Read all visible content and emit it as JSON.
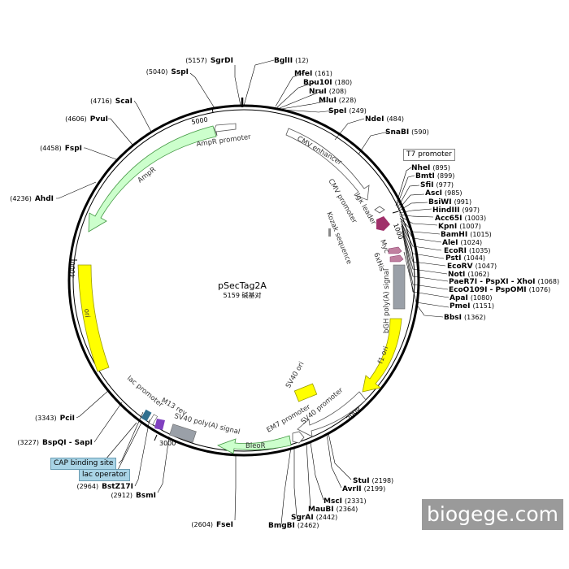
{
  "plasmid": {
    "name": "pSecTag2A",
    "subtitle": "5159 碱基对"
  },
  "ruler": [
    "1000",
    "2000",
    "3000",
    "4000",
    "5000"
  ],
  "features": [
    {
      "key": "cmv_enhancer",
      "label": "CMV enhancer",
      "color": "#ffffff"
    },
    {
      "key": "cmv_promoter",
      "label": "CMV promoter",
      "color": "#ffffff"
    },
    {
      "key": "kozak",
      "label": "Kozak sequence",
      "color": "#888888"
    },
    {
      "key": "igk_leader",
      "label": "Igκ leader",
      "color": "#ffffff"
    },
    {
      "key": "myc",
      "label": "Myc",
      "color": "#c080a0"
    },
    {
      "key": "sixhis",
      "label": "6xHis",
      "color": "#c080a0"
    },
    {
      "key": "bgh",
      "label": "bGH poly(A) signal",
      "color": "#9aa0a8"
    },
    {
      "key": "f1ori",
      "label": "f1 ori",
      "color": "#ffff00"
    },
    {
      "key": "sv40ori",
      "label": "SV40 ori",
      "color": "#ffff00"
    },
    {
      "key": "sv40prom",
      "label": "SV40 promoter",
      "color": "#ffffff"
    },
    {
      "key": "em7",
      "label": "EM7 promoter",
      "color": "#ffffff"
    },
    {
      "key": "bleor",
      "label": "BleoR",
      "color": "#ccffcc"
    },
    {
      "key": "sv40polya",
      "label": "SV40 poly(A) signal",
      "color": "#9aa0a8"
    },
    {
      "key": "m13rev",
      "label": "M13 rev",
      "color": "#8040c0"
    },
    {
      "key": "lacprom",
      "label": "lac promoter",
      "color": "#ffffff"
    },
    {
      "key": "ori",
      "label": "ori",
      "color": "#ffff00"
    },
    {
      "key": "ampr",
      "label": "AmpR",
      "color": "#ccffcc"
    },
    {
      "key": "amprprom",
      "label": "AmpR promoter",
      "color": "#ffffff"
    }
  ],
  "sites_right": [
    {
      "name": "BglII",
      "pos": "(12)"
    },
    {
      "name": "MfeI",
      "pos": "(161)"
    },
    {
      "name": "Bpu10I",
      "pos": "(180)"
    },
    {
      "name": "NruI",
      "pos": "(208)"
    },
    {
      "name": "MluI",
      "pos": "(228)"
    },
    {
      "name": "SpeI",
      "pos": "(249)"
    },
    {
      "name": "NdeI",
      "pos": "(484)"
    },
    {
      "name": "SnaBI",
      "pos": "(590)"
    },
    {
      "name": "NheI",
      "pos": "(895)"
    },
    {
      "name": "BmtI",
      "pos": "(899)"
    },
    {
      "name": "SfiI",
      "pos": "(977)"
    },
    {
      "name": "AscI",
      "pos": "(985)"
    },
    {
      "name": "BsiWI",
      "pos": "(991)"
    },
    {
      "name": "HindIII",
      "pos": "(997)"
    },
    {
      "name": "Acc65I",
      "pos": "(1003)"
    },
    {
      "name": "KpnI",
      "pos": "(1007)"
    },
    {
      "name": "BamHI",
      "pos": "(1015)"
    },
    {
      "name": "AleI",
      "pos": "(1024)"
    },
    {
      "name": "EcoRI",
      "pos": "(1035)"
    },
    {
      "name": "PstI",
      "pos": "(1044)"
    },
    {
      "name": "EcoRV",
      "pos": "(1047)"
    },
    {
      "name": "NotI",
      "pos": "(1062)"
    },
    {
      "name": "PaeR7I - PspXI - XhoI",
      "pos": "(1068)"
    },
    {
      "name": "EcoO109I - PspOMI",
      "pos": "(1076)"
    },
    {
      "name": "ApaI",
      "pos": "(1080)"
    },
    {
      "name": "PmeI",
      "pos": "(1151)"
    },
    {
      "name": "BbsI",
      "pos": "(1362)"
    },
    {
      "name": "StuI",
      "pos": "(2198)"
    },
    {
      "name": "AvrII",
      "pos": "(2199)"
    },
    {
      "name": "MscI",
      "pos": "(2331)"
    },
    {
      "name": "MauBI",
      "pos": "(2364)"
    },
    {
      "name": "SgrAI",
      "pos": "(2442)"
    },
    {
      "name": "BmgBI",
      "pos": "(2462)"
    }
  ],
  "sites_left": [
    {
      "name": "SgrDI",
      "pos": "(5157)"
    },
    {
      "name": "SspI",
      "pos": "(5040)"
    },
    {
      "name": "ScaI",
      "pos": "(4716)"
    },
    {
      "name": "PvuI",
      "pos": "(4606)"
    },
    {
      "name": "FspI",
      "pos": "(4458)"
    },
    {
      "name": "AhdI",
      "pos": "(4236)"
    },
    {
      "name": "PciI",
      "pos": "(3343)"
    },
    {
      "name": "BspQI - SapI",
      "pos": "(3227)"
    },
    {
      "name": "BstZ17I",
      "pos": "(2964)"
    },
    {
      "name": "BsmI",
      "pos": "(2912)"
    },
    {
      "name": "FseI",
      "pos": "(2604)"
    }
  ],
  "boxes": {
    "t7": "T7 promoter",
    "cap": "CAP binding site",
    "lacop": "lac operator"
  },
  "watermark": "biogege.com"
}
